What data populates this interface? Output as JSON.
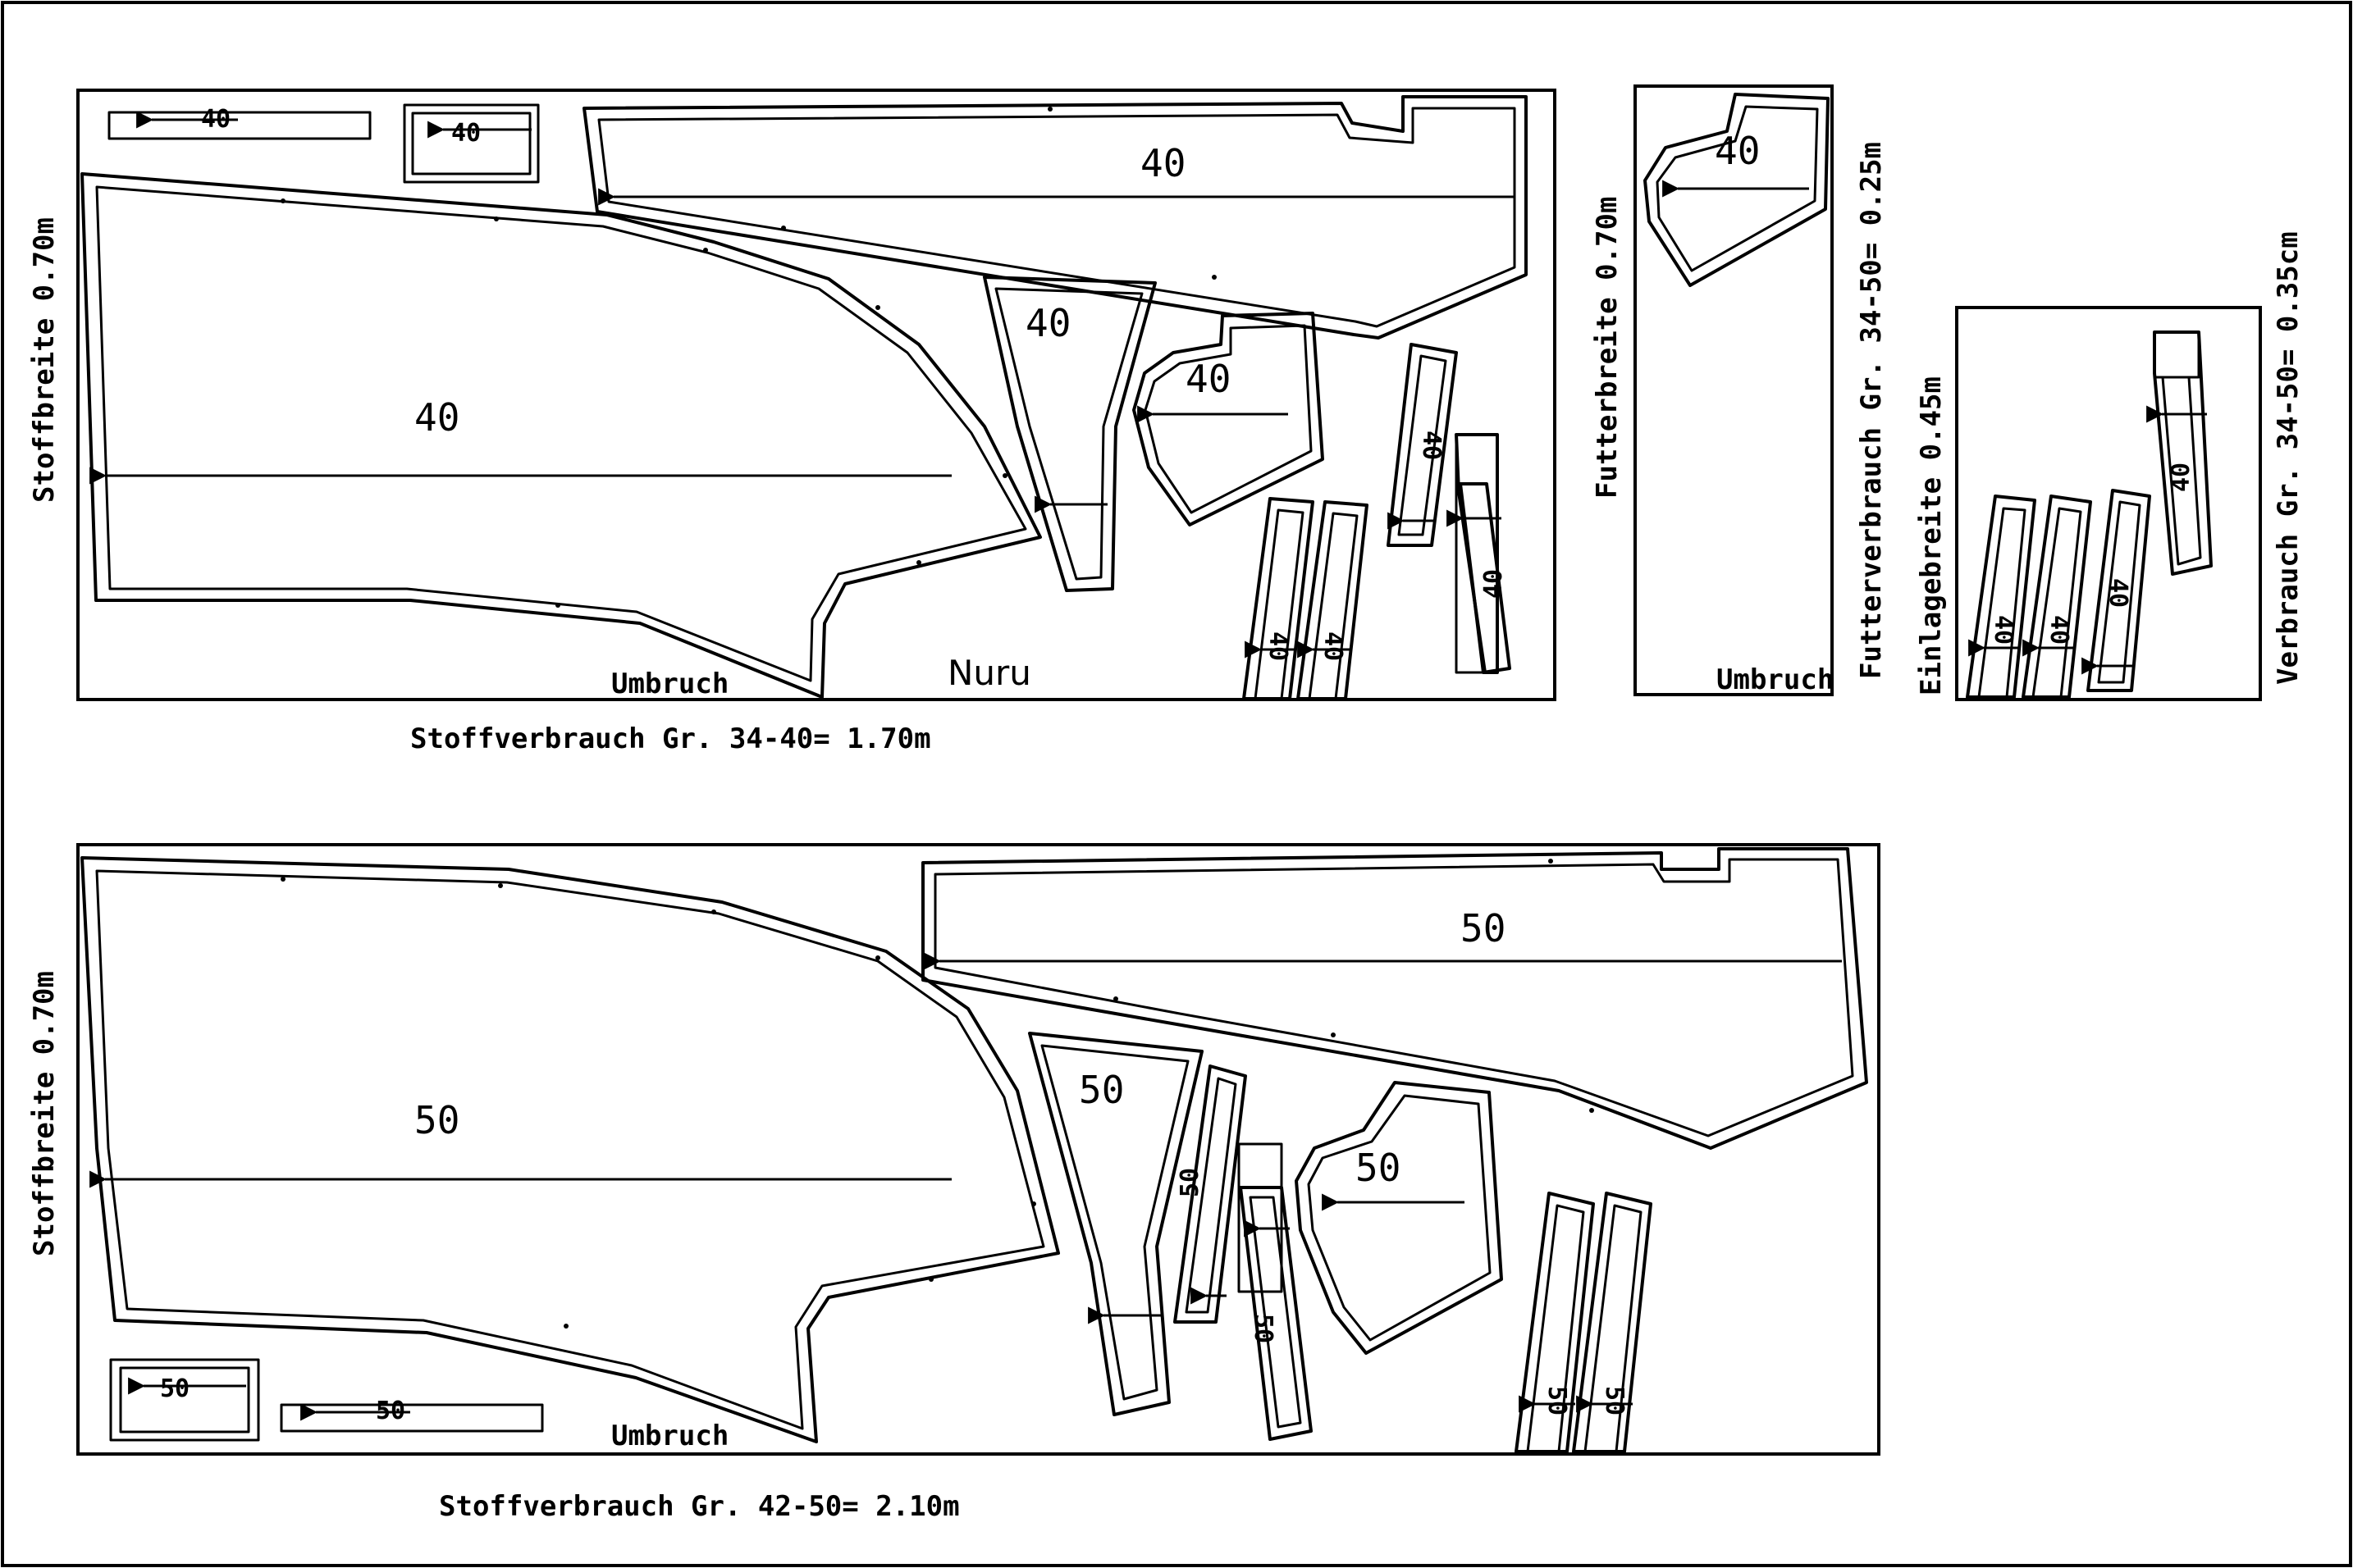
{
  "layout_top": {
    "stoffbreite": "Stoffbreite 0.70m",
    "piece_size": "40",
    "umbruch": "Umbruch",
    "nuru": "Nuru",
    "verbrauch": "Stoffverbrauch Gr. 34-40= 1.70m"
  },
  "layout_lining": {
    "futterbreite": "Futterbreite 0.70m",
    "futterverbrauch": "Futterverbrauch Gr. 34-50= 0.25m",
    "piece_size": "40",
    "umbruch": "Umbruch"
  },
  "layout_interfacing": {
    "einlagebreite": "Einlagebreite 0.45m",
    "verbrauch": "Verbrauch Gr. 34-50= 0.35cm",
    "piece_size": "40"
  },
  "layout_bottom": {
    "stoffbreite": "Stoffbreite 0.70m",
    "piece_size": "50",
    "umbruch": "Umbruch",
    "verbrauch": "Stoffverbrauch Gr. 42-50= 2.10m"
  }
}
